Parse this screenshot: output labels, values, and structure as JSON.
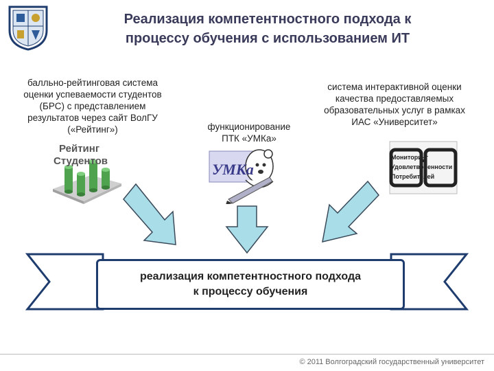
{
  "title": {
    "line1": "Реализация компетентностного подхода к",
    "line2": "процессу обучения с использованием ИТ"
  },
  "left": {
    "lines": [
      "балльно-рейтинговая система",
      "оценки успеваемости студентов",
      "(БРС) с представлением",
      "результатов через сайт ВолГУ",
      "(«Рейтинг»)"
    ],
    "image_line1": "Рейтинг",
    "image_line2": "Студентов"
  },
  "center": {
    "lines": [
      "функционирование",
      "ПТК «УМКа»"
    ],
    "image_text": "УМКа"
  },
  "right": {
    "lines": [
      "система интерактивной оценки",
      "качества предоставляемых",
      "образовательных услуг  в рамках",
      "ИАС «Университет»"
    ],
    "image_lines": [
      "Мониторинг",
      "Удовлетворенности",
      "Потребителей"
    ]
  },
  "main_box": {
    "line1": "реализация компетентностного подхода",
    "line2": "к процессу обучения"
  },
  "footer": "© 2011 Волгоградский государственный университет",
  "colors": {
    "arrow_fill": "#a9dde8",
    "arrow_stroke": "#3a4a5a",
    "banner_fill": "#1f3c6e",
    "bars": "#4fa34f"
  },
  "icons": [
    "university-crest-logo",
    "rating-chart-image",
    "umka-bear-image",
    "glasses-monitor-image"
  ]
}
